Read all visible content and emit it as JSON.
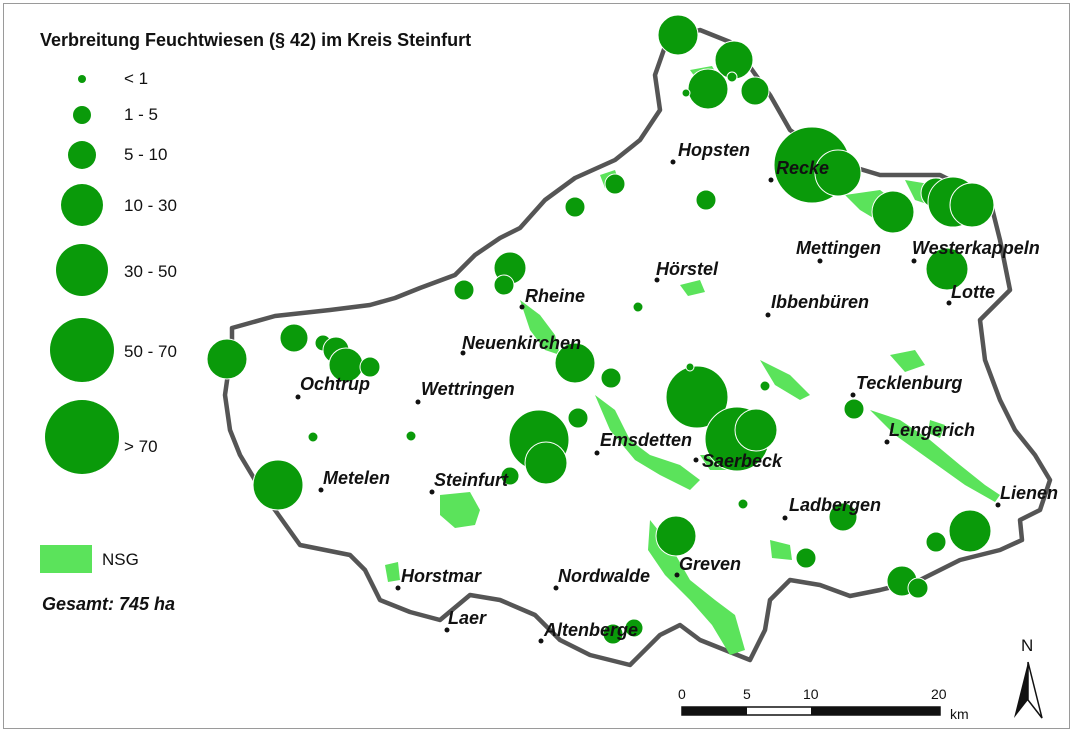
{
  "map": {
    "title": "Verbreitung Feuchtwiesen (§ 42) im Kreis Steinfurt",
    "legend": {
      "classes": [
        "< 1",
        "1 - 5",
        "5 - 10",
        "10 - 30",
        "30 - 50",
        "50 - 70",
        "> 70"
      ],
      "nsg_label": "NSG"
    },
    "total": "Gesamt: 745 ha",
    "towns": [
      "Hopsten",
      "Recke",
      "Mettingen",
      "Westerkappeln",
      "Hörstel",
      "Rheine",
      "Lotte",
      "Ibbenbüren",
      "Neuenkirchen",
      "Ochtrup",
      "Wettringen",
      "Tecklenburg",
      "Emsdetten",
      "Lengerich",
      "Saerbeck",
      "Metelen",
      "Steinfurt",
      "Ladbergen",
      "Lienen",
      "Horstmar",
      "Nordwalde",
      "Greven",
      "Laer",
      "Altenberge"
    ],
    "scale": {
      "ticks": [
        "0",
        "5",
        "10",
        "20"
      ],
      "unit": "km"
    },
    "north": "N",
    "colors": {
      "wetland": "#0a9a0a",
      "nsg": "#5be35b",
      "boundary": "#555555"
    }
  }
}
